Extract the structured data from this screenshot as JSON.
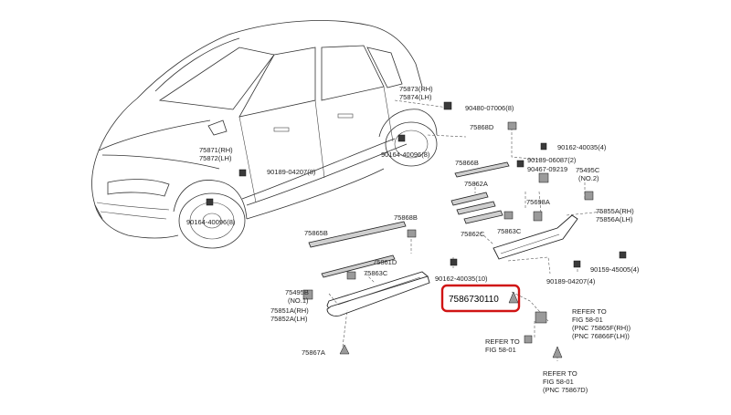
{
  "labels": {
    "l75873": "75873(RH)",
    "l75874": "75874(LH)",
    "l90480": "90480-07006(8)",
    "l75868d": "75868D",
    "l90162a": "90162-40035(4)",
    "l90189b": "90189-06087(2)",
    "l90467": "90467-09219",
    "l75495c": "75495C",
    "l75495c_no": "(NO.2)",
    "l75871": "75871(RH)",
    "l75872": "75872(LH)",
    "l90189a": "90189-04207(8)",
    "l90164b": "90164-40096(8)",
    "l75866b": "75866B",
    "l75862a": "75862A",
    "l75698a": "75698A",
    "l75855a": "75855A(RH)",
    "l75856a": "75856A(LH)",
    "l90164a": "90164-40096(8)",
    "l75868b": "75868B",
    "l75865b": "75865B",
    "l75862c": "75862C",
    "l75863c_r": "75863C",
    "l75861d": "75861D",
    "l75863c_l": "75863C",
    "l90162b": "90162-40035(10)",
    "l90159": "90159-45005(4)",
    "l90189c": "90189-04207(4)",
    "l75495b": "75495B",
    "l75495b_no": "(NO.1)",
    "l75851a": "75851A(RH)",
    "l75852a": "75852A(LH)",
    "l75867a": "75867A",
    "highlight": "7586730110",
    "ref1_a": "REFER TO",
    "ref1_b": "FIG 58-01",
    "ref1_c": "(PNC 75865F(RH))",
    "ref1_d": "(PNC 76866F(LH))",
    "ref2_a": "REFER TO",
    "ref2_b": "FIG 58-01",
    "ref3_a": "REFER TO",
    "ref3_b": "FIG 58-01",
    "ref3_c": "(PNC 75867D)"
  }
}
